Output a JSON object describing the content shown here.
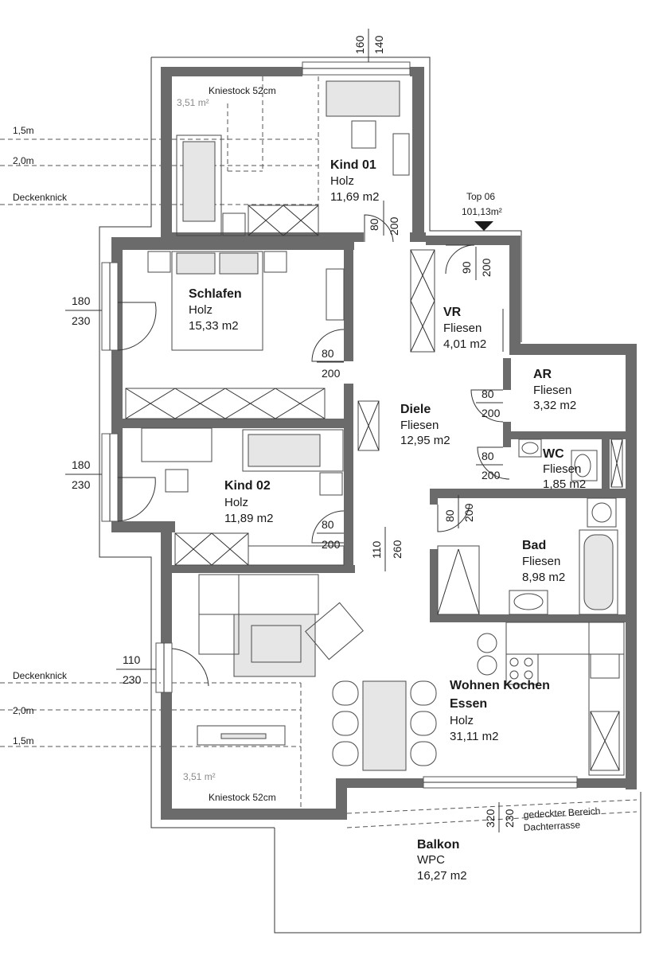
{
  "apartment": {
    "label": "Top 06",
    "area": "101,13m²"
  },
  "rooms": [
    {
      "id": "kind01",
      "name": "Kind 01",
      "floor": "Holz",
      "area": "11,69 m2"
    },
    {
      "id": "schlafen",
      "name": "Schlafen",
      "floor": "Holz",
      "area": "15,33 m2"
    },
    {
      "id": "vr",
      "name": "VR",
      "floor": "Fliesen",
      "area": "4,01 m2"
    },
    {
      "id": "ar",
      "name": "AR",
      "floor": "Fliesen",
      "area": "3,32 m2"
    },
    {
      "id": "diele",
      "name": "Diele",
      "floor": "Fliesen",
      "area": "12,95 m2"
    },
    {
      "id": "wc",
      "name": "WC",
      "floor": "Fliesen",
      "area": "1,85 m2"
    },
    {
      "id": "kind02",
      "name": "Kind 02",
      "floor": "Holz",
      "area": "11,89 m2"
    },
    {
      "id": "bad",
      "name": "Bad",
      "floor": "Fliesen",
      "area": "8,98 m2"
    },
    {
      "id": "wohnen",
      "name": "Wohnen Kochen",
      "name2": "Essen",
      "floor": "Holz",
      "area": "31,11 m2"
    },
    {
      "id": "balkon",
      "name": "Balkon",
      "floor": "WPC",
      "area": "16,27 m2"
    }
  ],
  "kniestock": {
    "top": "Kniestock 52cm",
    "bottom": "Kniestock 52cm"
  },
  "small_area": {
    "top": "3,51 m²",
    "bottom": "3,51 m²"
  },
  "side_lines": {
    "top": [
      "1,5m",
      "2,0m",
      "Deckenknick"
    ],
    "bottom": [
      "Deckenknick",
      "2,0m",
      "1,5m"
    ]
  },
  "windows": [
    {
      "w": "180",
      "h": "230"
    },
    {
      "w": "180",
      "h": "230"
    },
    {
      "w": "110",
      "h": "230"
    },
    {
      "w": "160",
      "h": "140"
    },
    {
      "w": "320",
      "h": "230"
    }
  ],
  "doors": [
    {
      "w": "80",
      "h": "200"
    },
    {
      "w": "90",
      "h": "200"
    },
    {
      "w": "80",
      "h": "200"
    },
    {
      "w": "80",
      "h": "200"
    },
    {
      "w": "80",
      "h": "200"
    },
    {
      "w": "80",
      "h": "200"
    },
    {
      "w": "80",
      "h": "200"
    },
    {
      "w": "110",
      "h": "260"
    }
  ],
  "balcony_notes": [
    "gedeckter Bereich",
    "Dachterrasse"
  ]
}
